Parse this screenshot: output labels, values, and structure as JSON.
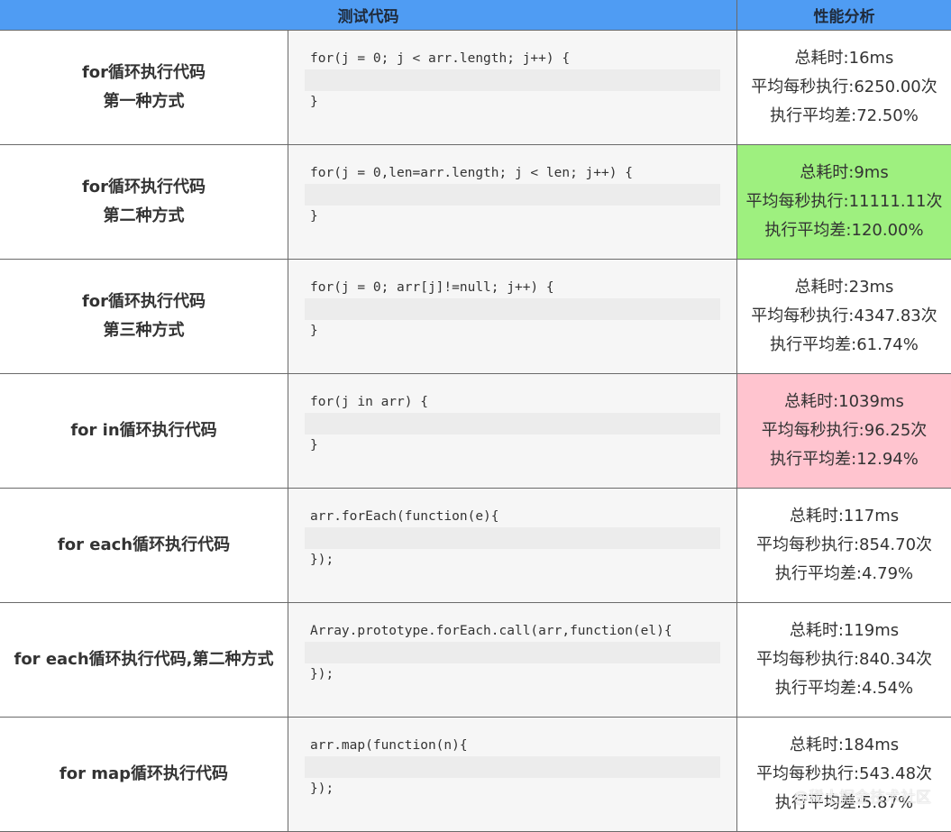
{
  "header": {
    "code_col": "测试代码",
    "perf_col": "性能分析"
  },
  "rows": [
    {
      "label_lines": [
        "for循环执行代码",
        "第一种方式"
      ],
      "code_first": "for(j = 0; j < arr.length; j++) {",
      "code_last": "}",
      "perf": [
        "总耗时:16ms",
        "平均每秒执行:6250.00次",
        "执行平均差:72.50%"
      ],
      "highlight": "none"
    },
    {
      "label_lines": [
        "for循环执行代码",
        "第二种方式"
      ],
      "code_first": "for(j = 0,len=arr.length; j < len; j++) {",
      "code_last": "}",
      "perf": [
        "总耗时:9ms",
        "平均每秒执行:11111.11次",
        "执行平均差:120.00%"
      ],
      "highlight": "best",
      "highlight_color": "#9ef07f"
    },
    {
      "label_lines": [
        "for循环执行代码",
        "第三种方式"
      ],
      "code_first": "for(j = 0; arr[j]!=null; j++) {",
      "code_last": "}",
      "perf": [
        "总耗时:23ms",
        "平均每秒执行:4347.83次",
        "执行平均差:61.74%"
      ],
      "highlight": "none"
    },
    {
      "label_lines": [
        "for in循环执行代码"
      ],
      "code_first": "for(j in arr) {",
      "code_last": "}",
      "perf": [
        "总耗时:1039ms",
        "平均每秒执行:96.25次",
        "执行平均差:12.94%"
      ],
      "highlight": "worst",
      "highlight_color": "#ffc4cf"
    },
    {
      "label_lines": [
        "for each循环执行代码"
      ],
      "code_first": "arr.forEach(function(e){",
      "code_last": "});",
      "perf": [
        "总耗时:117ms",
        "平均每秒执行:854.70次",
        "执行平均差:4.79%"
      ],
      "highlight": "none"
    },
    {
      "label_lines": [
        "for each循环执行代码,第二种方式"
      ],
      "code_first": "Array.prototype.forEach.call(arr,function(el){",
      "code_last": "});",
      "perf": [
        "总耗时:119ms",
        "平均每秒执行:840.34次",
        "执行平均差:4.54%"
      ],
      "highlight": "none"
    },
    {
      "label_lines": [
        "for map循环执行代码"
      ],
      "code_first": "arr.map(function(n){",
      "code_last": "});",
      "perf": [
        "总耗时:184ms",
        "平均每秒执行:543.48次",
        "执行平均差:5.87%"
      ],
      "highlight": "none"
    }
  ],
  "watermark": "@稀土掘金技术社区",
  "colors": {
    "header_bg": "#4f9cf3",
    "code_bg": "#f6f6f6",
    "code_blank_line": "#ececec",
    "border": "#6a6a6a"
  }
}
